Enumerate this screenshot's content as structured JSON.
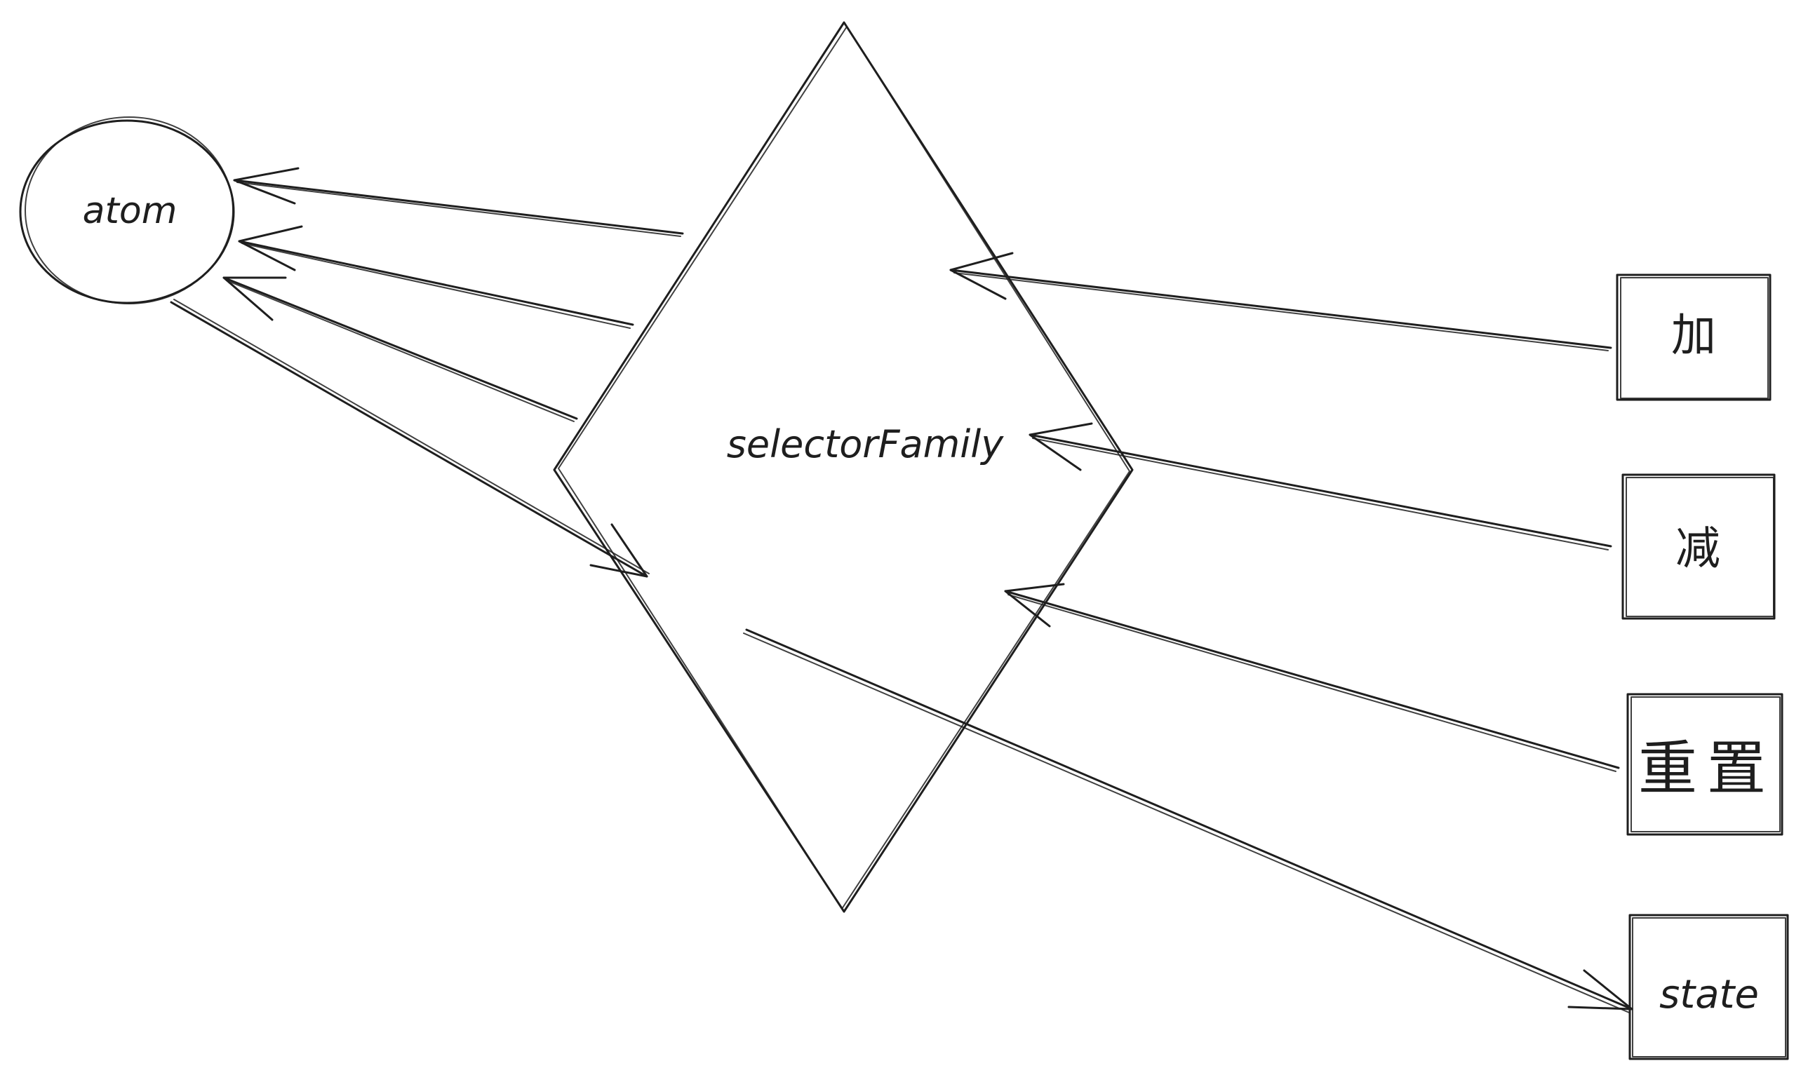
{
  "diagram": {
    "nodes": {
      "atom": {
        "label": "atom",
        "shape": "circle"
      },
      "selector_family": {
        "label": "selectorFamily",
        "shape": "diamond"
      },
      "add": {
        "label": "加",
        "shape": "rectangle"
      },
      "subtract": {
        "label": "减",
        "shape": "rectangle"
      },
      "reset": {
        "label": "重置",
        "shape": "rectangle"
      },
      "state": {
        "label": "state",
        "shape": "rectangle"
      }
    },
    "edges": [
      {
        "from": "selector_family",
        "to": "atom"
      },
      {
        "from": "selector_family",
        "to": "atom"
      },
      {
        "from": "selector_family",
        "to": "atom"
      },
      {
        "from": "atom",
        "to": "selector_family"
      },
      {
        "from": "add",
        "to": "selector_family"
      },
      {
        "from": "subtract",
        "to": "selector_family"
      },
      {
        "from": "reset",
        "to": "selector_family"
      },
      {
        "from": "selector_family",
        "to": "state"
      }
    ],
    "colors": {
      "stroke": "#1e1e1e",
      "background": "#ffffff"
    }
  }
}
